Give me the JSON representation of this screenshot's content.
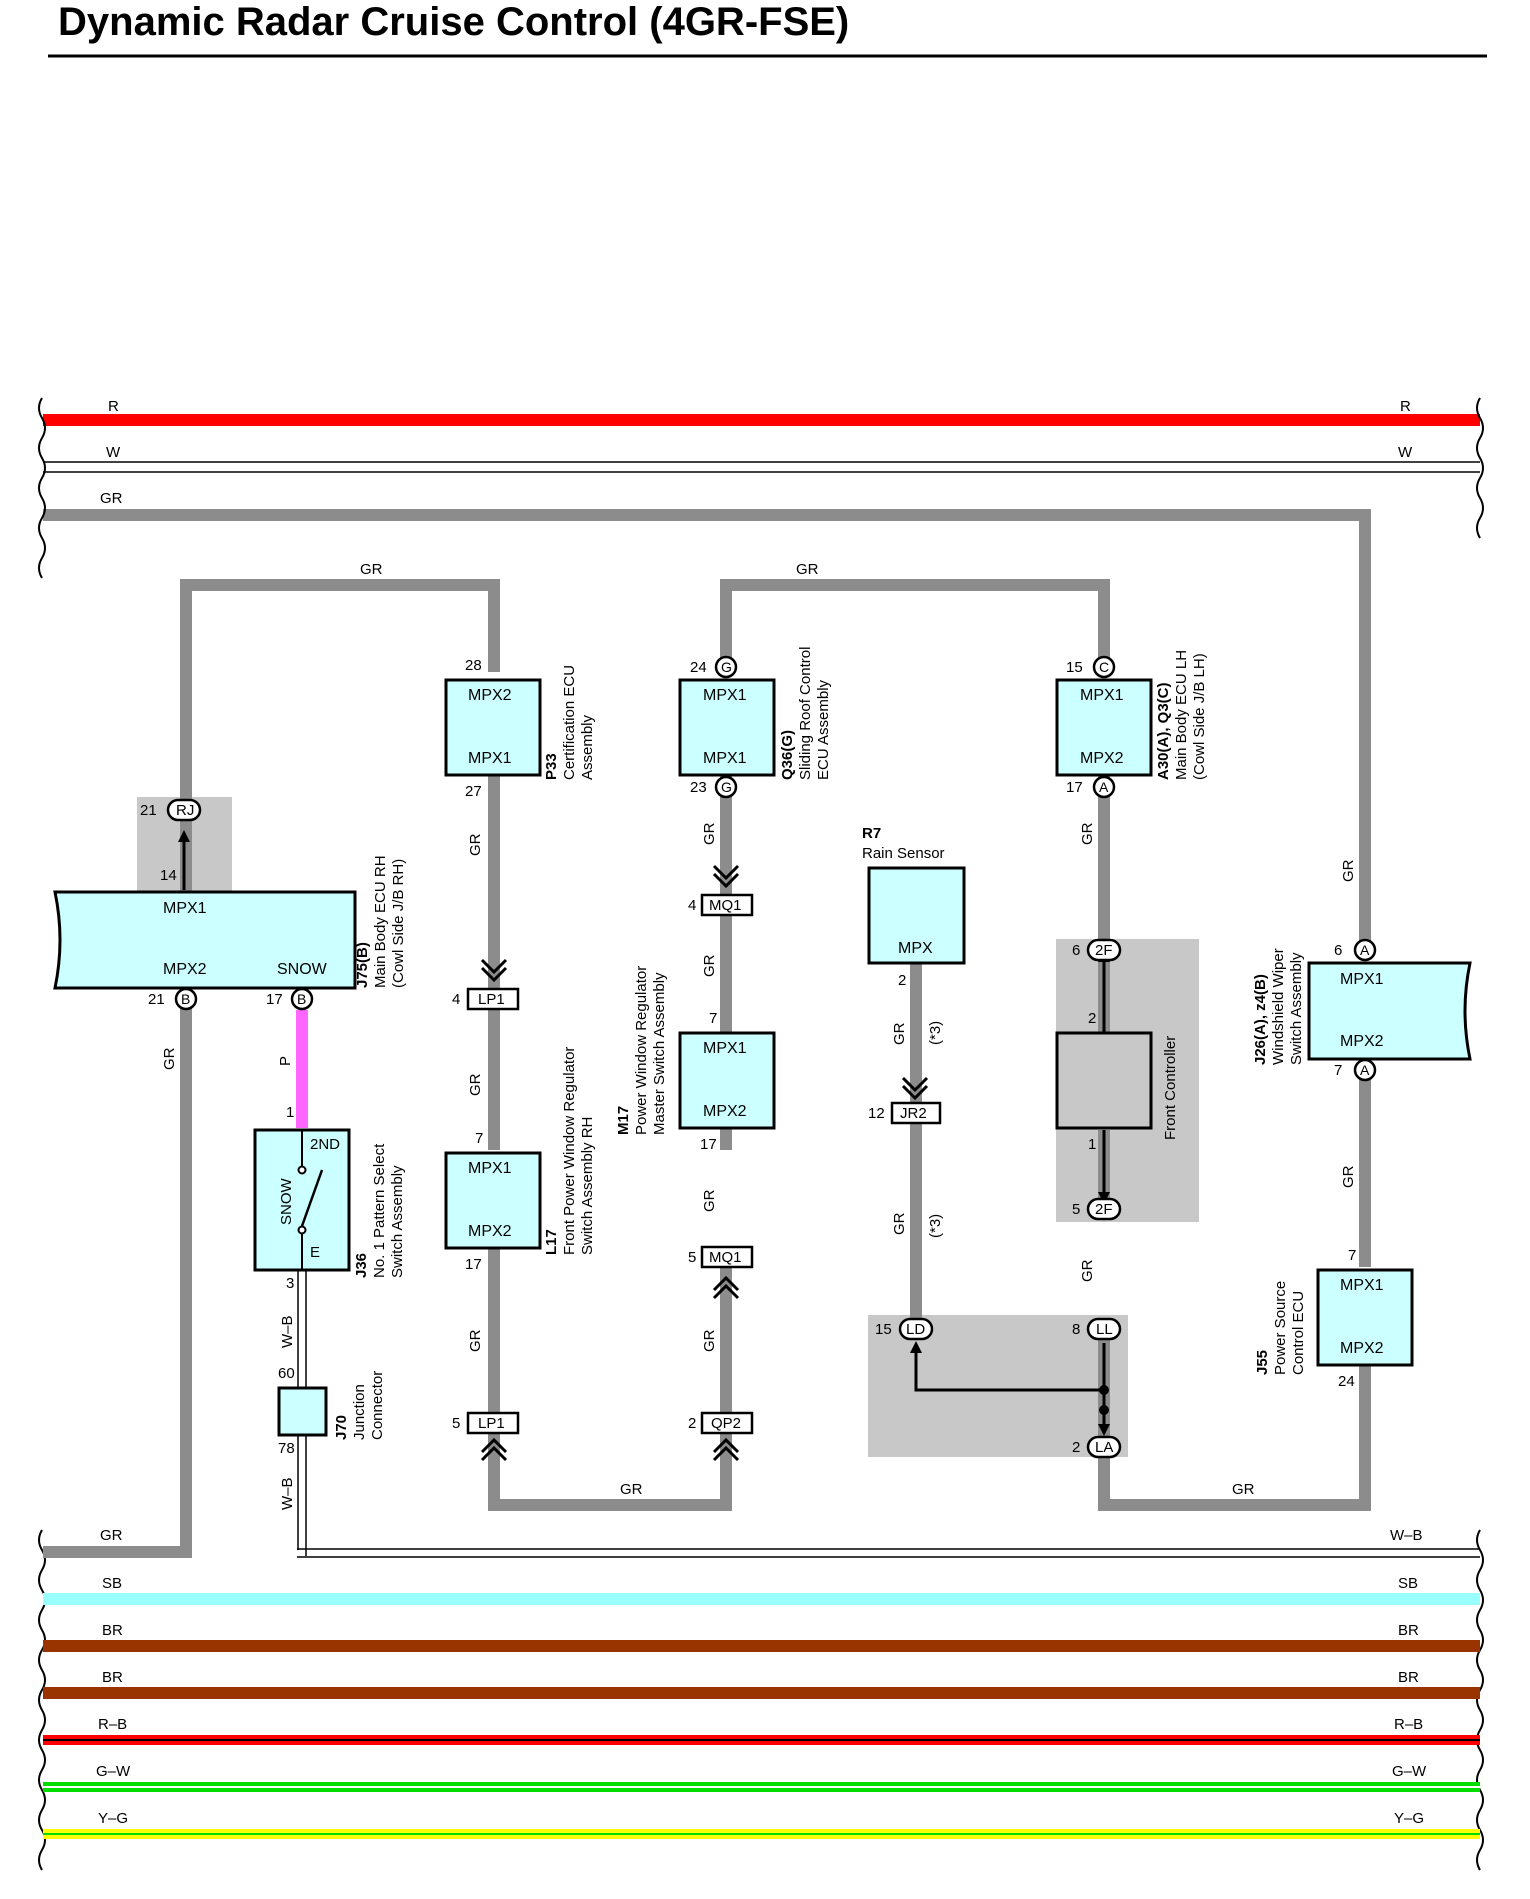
{
  "title": "Dynamic Radar Cruise Control (4GR-FSE)",
  "colors": {
    "R": "#ff0000",
    "W": "#ffffff",
    "GR": "#8c8c8c",
    "P": "#ff66ff",
    "SB": "#99ffff",
    "BR": "#993300",
    "R-B": "#ff0000",
    "G-W": "#00dd00",
    "Y-G": "#ffff00",
    "W-B": "#ffffff",
    "component_fill": "#ccffff",
    "shade": "#c8c8c8"
  },
  "top_buses": [
    {
      "label_left": "R",
      "label_right": "R",
      "color": "R"
    },
    {
      "label_left": "W",
      "label_right": "W",
      "color": "W"
    },
    {
      "label_left": "GR",
      "label_right": "",
      "color": "GR"
    }
  ],
  "bottom_buses": [
    {
      "label_left": "GR",
      "label_right": "W–B",
      "color": "GR"
    },
    {
      "label_left": "SB",
      "label_right": "SB",
      "color": "SB"
    },
    {
      "label_left": "BR",
      "label_right": "BR",
      "color": "BR"
    },
    {
      "label_left": "BR",
      "label_right": "BR",
      "color": "BR"
    },
    {
      "label_left": "R–B",
      "label_right": "R–B",
      "color": "R-B"
    },
    {
      "label_left": "G–W",
      "label_right": "G–W",
      "color": "G-W"
    },
    {
      "label_left": "Y–G",
      "label_right": "Y–G",
      "color": "Y-G"
    }
  ],
  "wire_labels": {
    "gr": "GR",
    "p": "P",
    "wb": "W–B",
    "note3": "(*3)"
  },
  "components": {
    "j75": {
      "id": "J75(B)",
      "name1": "Main Body ECU RH",
      "name2": "(Cowl Side J/B RH)",
      "t1": "MPX1",
      "t2": "MPX2",
      "t3": "SNOW",
      "pin_rj": "21",
      "rj": "RJ",
      "pin14": "14",
      "pin_b1": "21",
      "b1": "B",
      "pin_b2": "17",
      "b2": "B"
    },
    "p33": {
      "id": "P33",
      "name1": "Certification ECU",
      "name2": "Assembly",
      "t1": "MPX2",
      "t2": "MPX1",
      "pin_top": "28",
      "pin_bot": "27"
    },
    "q36": {
      "id": "Q36(G)",
      "name1": "Sliding Roof Control",
      "name2": "ECU Assembly",
      "t1": "MPX1",
      "t2": "MPX1",
      "pin_top": "24",
      "g1": "G",
      "pin_bot": "23",
      "g2": "G"
    },
    "a30": {
      "id": "A30(A), Q3(C)",
      "name1": "Main Body ECU LH",
      "name2": "(Cowl Side J/B LH)",
      "t1": "MPX1",
      "t2": "MPX2",
      "pin_top": "15",
      "c": "C",
      "pin_bot": "17",
      "a": "A"
    },
    "r7": {
      "id": "R7",
      "name1": "Rain Sensor",
      "t1": "MPX",
      "pin": "2"
    },
    "l17": {
      "id": "L17",
      "name1": "Front Power Window Regulator",
      "name2": "Switch Assembly RH",
      "t1": "MPX1",
      "t2": "MPX2",
      "pin_top": "7",
      "pin_bot": "17"
    },
    "m17": {
      "id": "M17",
      "name1": "Power Window Regulator",
      "name2": "Master Switch Assembly",
      "t1": "MPX1",
      "t2": "MPX2",
      "pin_top": "7",
      "pin_bot": "17"
    },
    "j26": {
      "id": "J26(A), z4(B)",
      "name1": "Windshield Wiper",
      "name2": "Switch Assembly",
      "t1": "MPX1",
      "t2": "MPX2",
      "pin_top": "6",
      "a1": "A",
      "pin_bot": "7",
      "a2": "A"
    },
    "j55": {
      "id": "J55",
      "name1": "Power Source",
      "name2": "Control ECU",
      "t1": "MPX1",
      "t2": "MPX2",
      "pin_top": "7",
      "pin_bot": "24"
    },
    "j36": {
      "id": "J36",
      "name1": "No. 1 Pattern Select",
      "name2": "Switch Assembly",
      "t_2nd": "2ND",
      "t_snow": "SNOW",
      "t_e": "E",
      "pin_top": "1",
      "pin_bot": "3"
    },
    "j70": {
      "id": "J70",
      "name1": "Junction",
      "name2": "Connector",
      "pin_top": "60",
      "pin_bot": "78"
    },
    "front_controller": {
      "name": "Front Controller",
      "pin_top": "2",
      "pin_bot": "1"
    }
  },
  "connectors": {
    "lp1a": {
      "pin": "4",
      "label": "LP1"
    },
    "lp1b": {
      "pin": "5",
      "label": "LP1"
    },
    "mq1a": {
      "pin": "4",
      "label": "MQ1"
    },
    "mq1b": {
      "pin": "5",
      "label": "MQ1"
    },
    "qp2": {
      "pin": "2",
      "label": "QP2"
    },
    "jr2": {
      "pin": "12",
      "label": "JR2"
    },
    "f2a": {
      "pin": "6",
      "label": "2F"
    },
    "f2b": {
      "pin": "5",
      "label": "2F"
    },
    "ld": {
      "pin": "15",
      "label": "LD"
    },
    "ll": {
      "pin": "8",
      "label": "LL"
    },
    "la": {
      "pin": "2",
      "label": "LA"
    }
  }
}
